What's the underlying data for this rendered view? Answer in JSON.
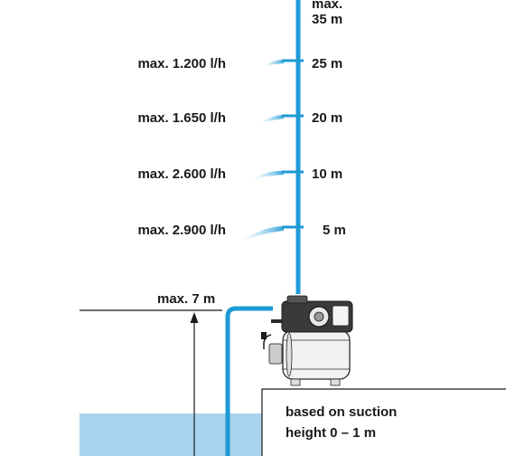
{
  "max_height": {
    "line1": "max.",
    "line2": "35 m"
  },
  "levels": [
    {
      "flow": "max. 1.200 l/h",
      "height": "25 m"
    },
    {
      "flow": "max. 1.650 l/h",
      "height": "20 m"
    },
    {
      "flow": "max. 2.600 l/h",
      "height": "10 m"
    },
    {
      "flow": "max. 2.900 l/h",
      "height": "5 m"
    }
  ],
  "suction_max": "max. 7 m",
  "note": {
    "line1": "based on suction",
    "line2": "height 0 – 1 m"
  },
  "colors": {
    "pipe": "#1e9ad6",
    "water": "#a9d3ec",
    "spray": "#7cc0e6",
    "line": "#1a1a1a"
  },
  "icons": [
    "pump-icon",
    "water-spray-icon"
  ]
}
